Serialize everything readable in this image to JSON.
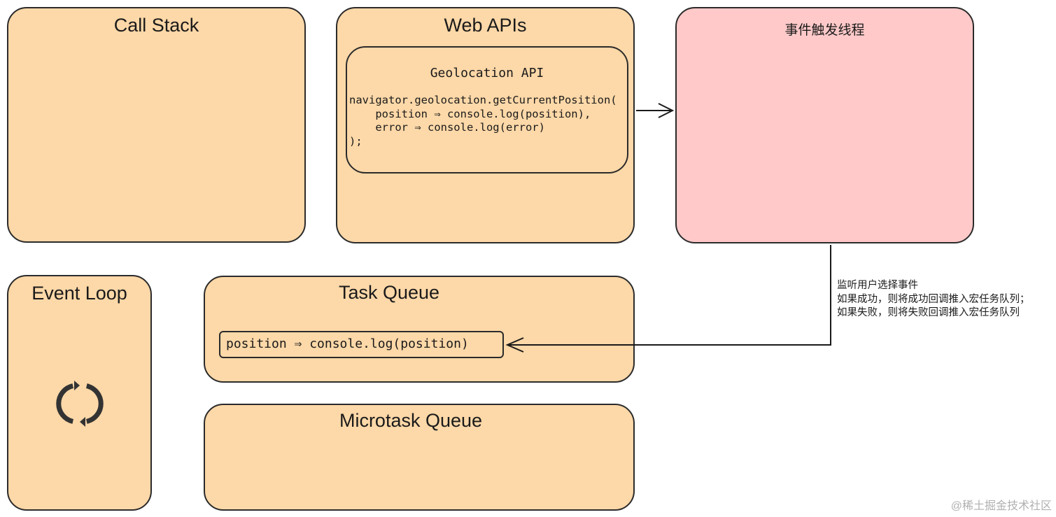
{
  "call_stack": {
    "title": "Call Stack"
  },
  "web_apis": {
    "title": "Web APIs",
    "geolocation": {
      "title": "Geolocation API",
      "code": "navigator.geolocation.getCurrentPosition(\n    position ⇒ console.log(position),\n    error ⇒ console.log(error)\n);"
    }
  },
  "event_thread": {
    "title": "事件触发线程"
  },
  "event_loop": {
    "title": "Event Loop",
    "icon": "refresh-icon"
  },
  "task_queue": {
    "title": "Task Queue",
    "items": [
      "position ⇒ console.log(position)"
    ]
  },
  "microtask_queue": {
    "title": "Microtask Queue"
  },
  "annotation": {
    "lines": [
      "监听用户选择事件",
      "如果成功，则将成功回调推入宏任务队列；",
      "如果失败，则将失败回调推入宏任务队列"
    ]
  },
  "watermark": "@稀土掘金技术社区",
  "colors": {
    "box_fill": "#fdd8a8",
    "thread_fill": "#ffc9c9",
    "stroke": "#2b2b2b"
  }
}
